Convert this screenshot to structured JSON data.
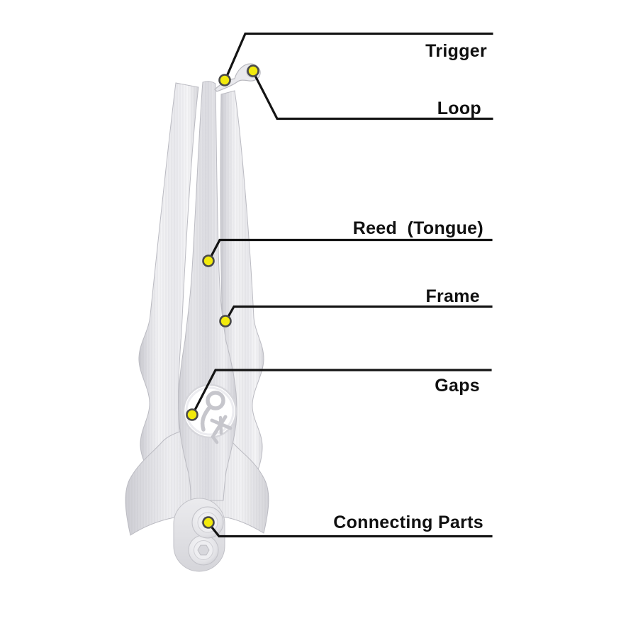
{
  "figure": {
    "background_color": "#ffffff",
    "callout": {
      "line_color": "#141414",
      "marker_fill": "#f2ea0c",
      "marker_stroke": "#4a4a4a",
      "text_color": "#101010"
    },
    "illustration_colors": {
      "metal_light": "#f4f4f6",
      "metal_mid": "#e7e7ea",
      "metal_dark": "#c7c7cd"
    },
    "labels": [
      {
        "id": "trigger",
        "text": "Trigger"
      },
      {
        "id": "loop",
        "text": "Loop"
      },
      {
        "id": "reed",
        "text": "Reed  (Tongue)"
      },
      {
        "id": "frame",
        "text": "Frame"
      },
      {
        "id": "gaps",
        "text": "Gaps"
      },
      {
        "id": "connecting_parts",
        "text": "Connecting Parts"
      }
    ]
  }
}
